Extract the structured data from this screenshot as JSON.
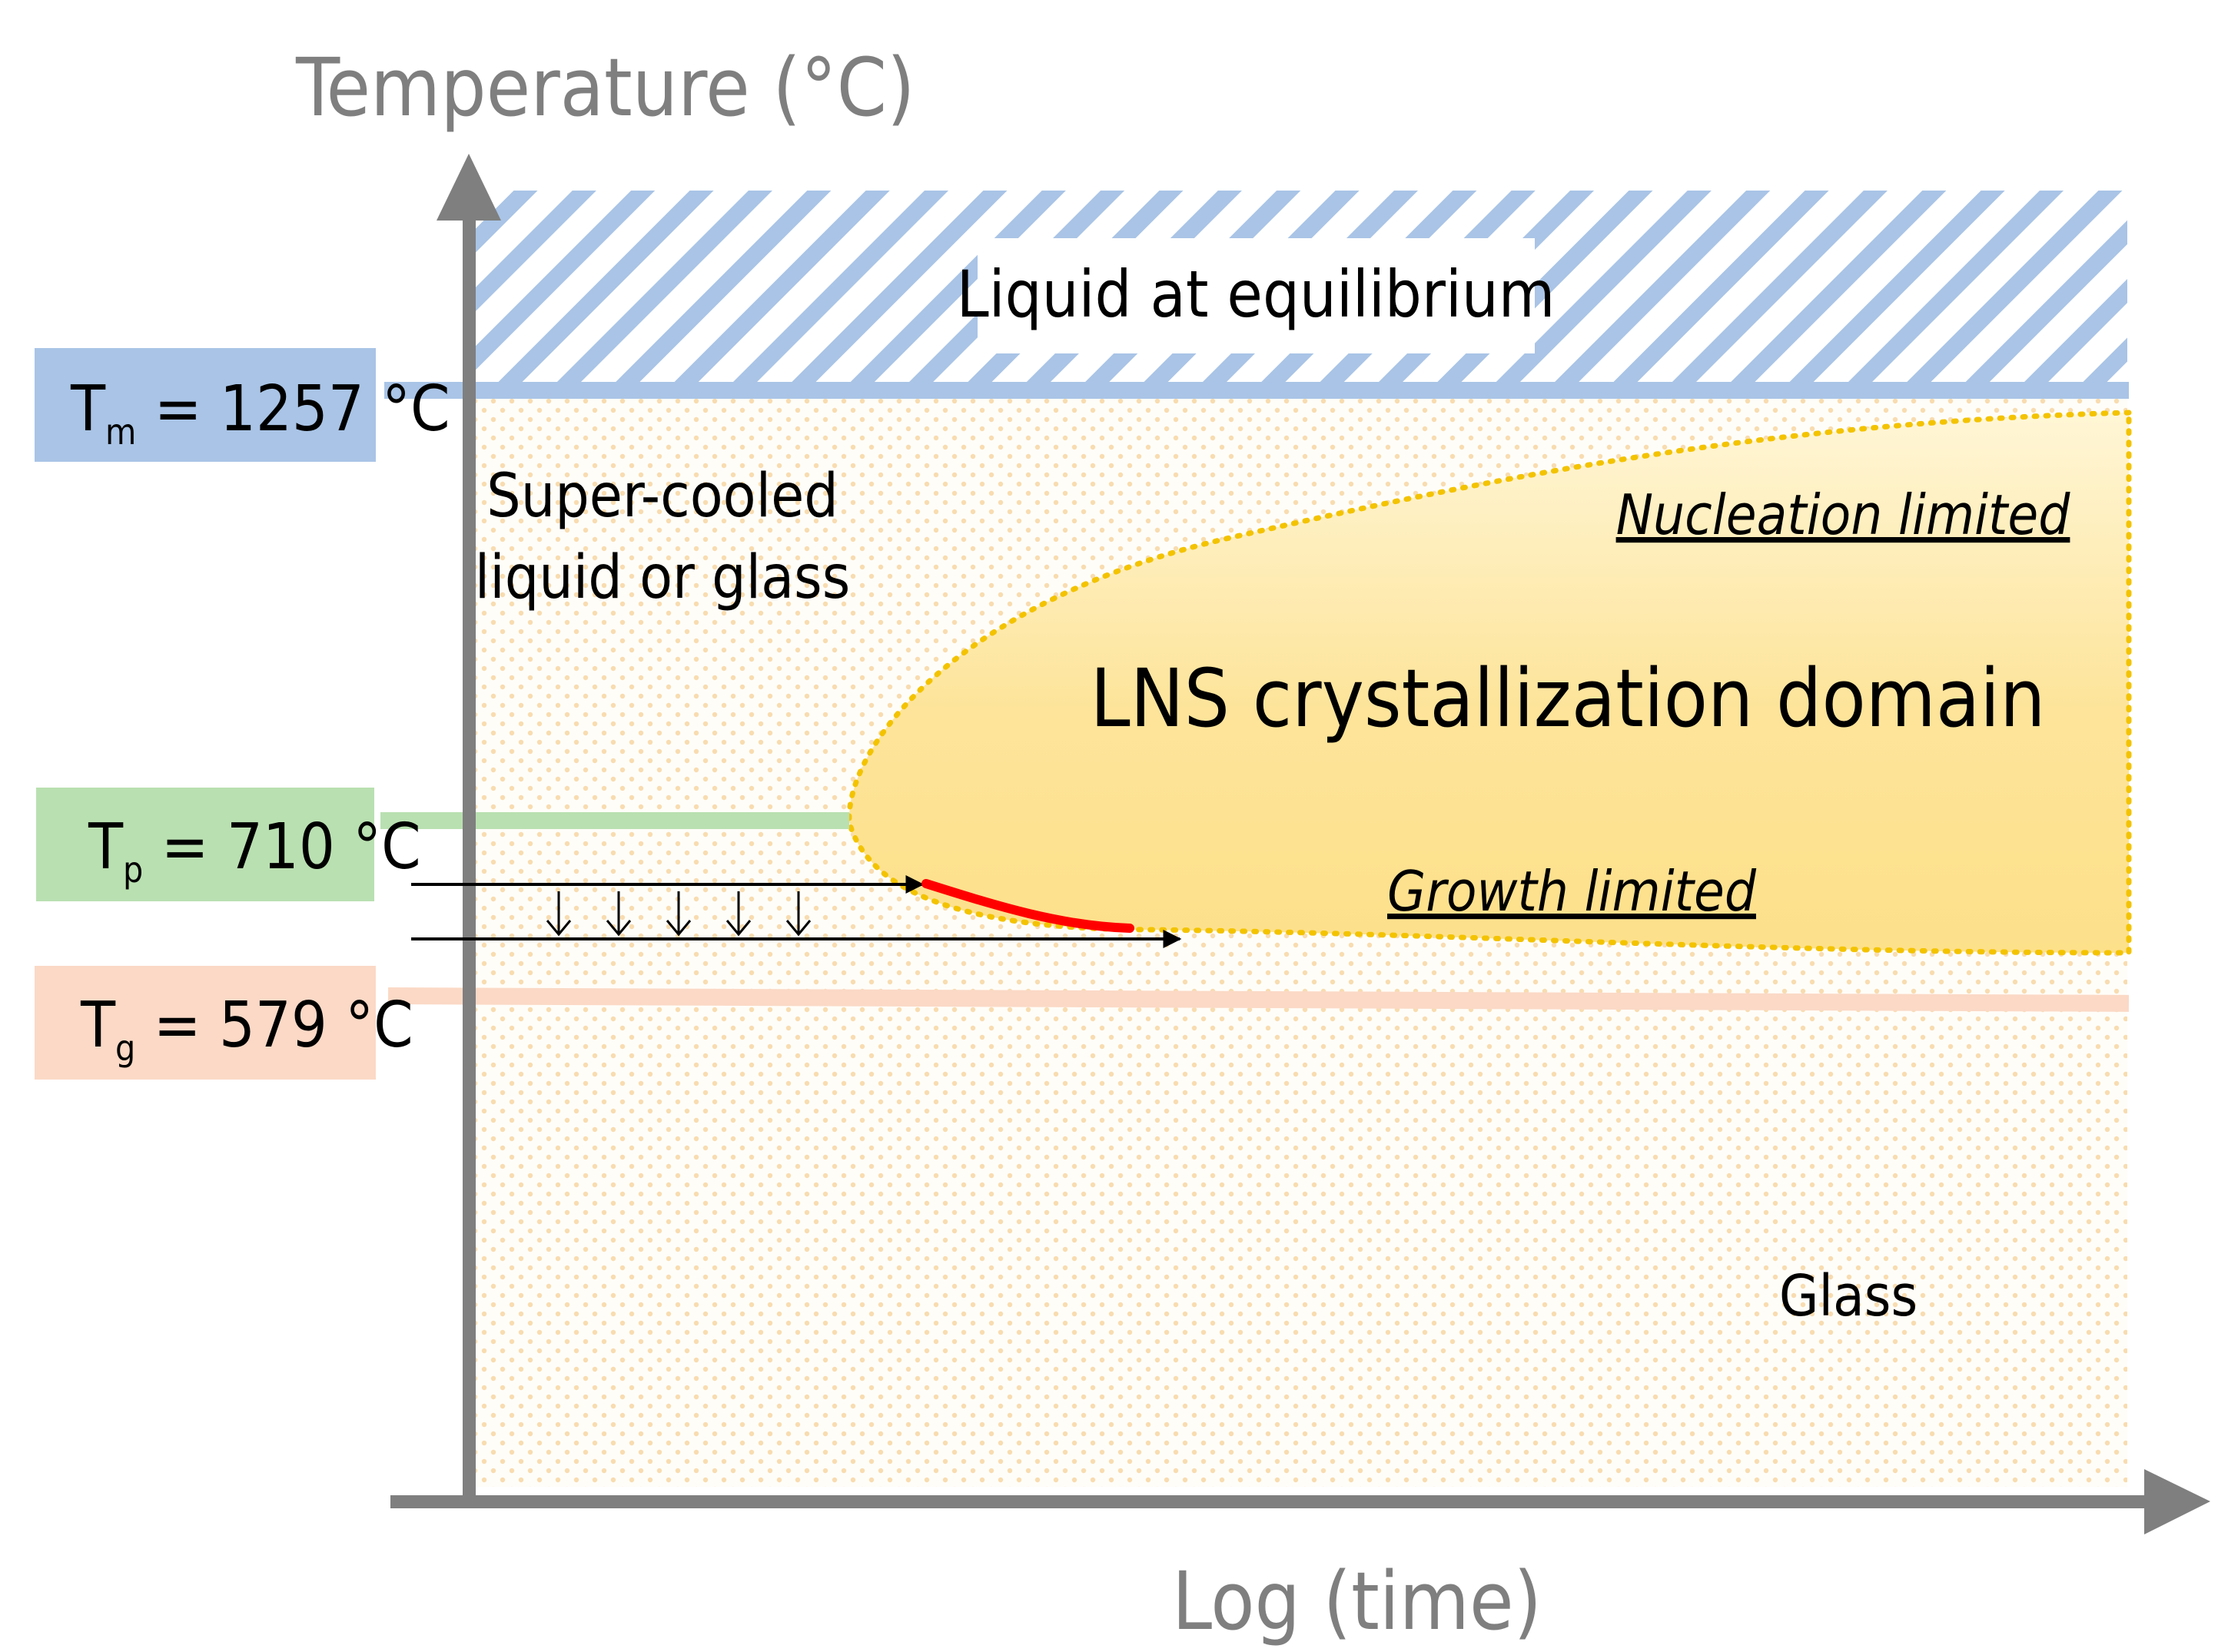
{
  "axes": {
    "y_label": "Temperature (°C)",
    "x_label": "Log (time)"
  },
  "temperatures": {
    "tm": {
      "symbol": "T",
      "subscript": "m",
      "value": " = 1257 °C",
      "color": "#a9c4e6"
    },
    "tp": {
      "symbol": "T",
      "subscript": "p",
      "value": " = 710  °C",
      "color": "#b9e0b1"
    },
    "tg": {
      "symbol": "T",
      "subscript": "g",
      "value": " = 579 °C",
      "color": "#fbd9c6"
    }
  },
  "regions": {
    "liquid": "Liquid at equilibrium",
    "supercooled_line1": "Super-cooled",
    "supercooled_line2": "liquid or glass",
    "domain": "LNS crystallization domain",
    "nucleation": "Nucleation limited",
    "growth": "Growth limited",
    "glass": "Glass"
  },
  "colors": {
    "hatch": "#a9c4e6",
    "axis": "#7f7f7f",
    "domain_fill": "#fde08a",
    "domain_border": "#f3c300",
    "red_path": "#ff0000",
    "dots": "#f8dcb0"
  }
}
